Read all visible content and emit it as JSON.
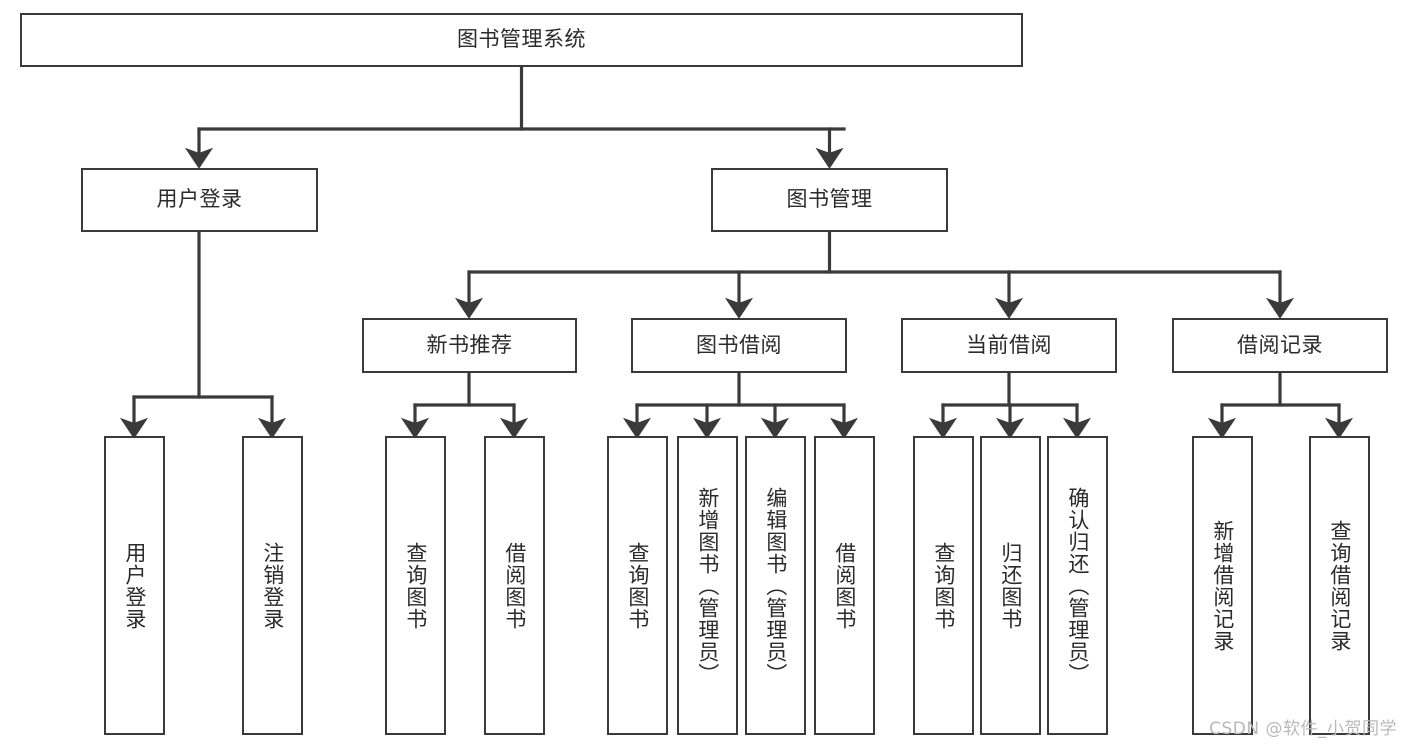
{
  "diagram": {
    "title": "图书管理系统",
    "type": "tree-hierarchy",
    "watermark": "CSDN @软件_小贺同学",
    "colors": {
      "node_border": "#3a3a3a",
      "node_fill": "#ffffff",
      "edge": "#3a3a3a",
      "text": "#2b2b2b",
      "watermark": "#b9b9b9",
      "background": "#ffffff"
    },
    "nodes": {
      "root": {
        "label": "图书管理系统"
      },
      "level2": [
        {
          "id": "user-login",
          "label": "用户登录"
        },
        {
          "id": "book-manage",
          "label": "图书管理"
        }
      ],
      "level3": [
        {
          "id": "new-book-recommend",
          "label": "新书推荐"
        },
        {
          "id": "book-borrow",
          "label": "图书借阅"
        },
        {
          "id": "current-borrow",
          "label": "当前借阅"
        },
        {
          "id": "borrow-record",
          "label": "借阅记录"
        }
      ],
      "leaves": {
        "user-login": [
          {
            "id": "leaf-user-login",
            "label": "用户登录"
          },
          {
            "id": "leaf-logout-login",
            "label": "注销登录"
          }
        ],
        "new-book-recommend": [
          {
            "id": "leaf-query-book-1",
            "label": "查询图书"
          },
          {
            "id": "leaf-borrow-book-1",
            "label": "借阅图书"
          }
        ],
        "book-borrow": [
          {
            "id": "leaf-query-book-2",
            "label": "查询图书"
          },
          {
            "id": "leaf-add-book",
            "label": "新增图书（管理员）"
          },
          {
            "id": "leaf-edit-book",
            "label": "编辑图书（管理员）"
          },
          {
            "id": "leaf-borrow-book-2",
            "label": "借阅图书"
          }
        ],
        "current-borrow": [
          {
            "id": "leaf-query-book-3",
            "label": "查询图书"
          },
          {
            "id": "leaf-return-book",
            "label": "归还图书"
          },
          {
            "id": "leaf-confirm-return",
            "label": "确认归还（管理员）"
          }
        ],
        "borrow-record": [
          {
            "id": "leaf-add-record",
            "label": "新增借阅记录"
          },
          {
            "id": "leaf-query-record",
            "label": "查询借阅记录"
          }
        ]
      }
    }
  }
}
